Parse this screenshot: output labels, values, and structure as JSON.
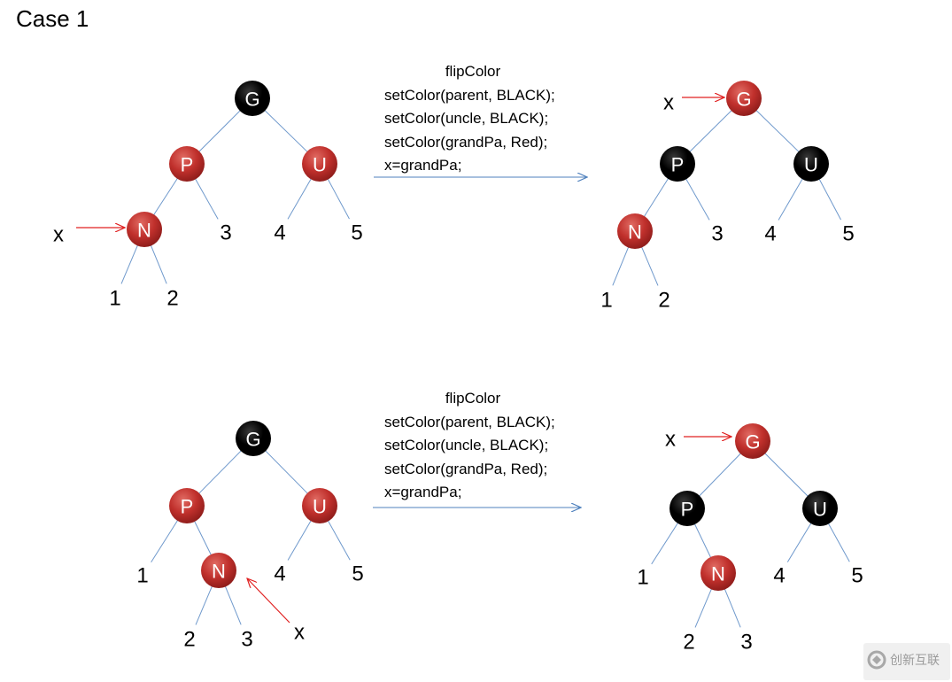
{
  "title": "Case 1",
  "colors": {
    "red_node": "#c0302c",
    "black_node": "#000000",
    "edge": "#6f99cc",
    "pointer_arrow": "#e02020",
    "transition_arrow": "#4f81bd"
  },
  "operations": [
    {
      "label": "flipColor",
      "lines": [
        "setColor(parent, BLACK);",
        "setColor(uncle, BLACK);",
        "setColor(grandPa, Red);",
        "x=grandPa;"
      ]
    },
    {
      "label": "flipColor",
      "lines": [
        "setColor(parent, BLACK);",
        "setColor(uncle, BLACK);",
        "setColor(grandPa, Red);",
        "x=grandPa;"
      ]
    }
  ],
  "trees": [
    {
      "name": "top-before",
      "nodes": [
        {
          "id": "G",
          "label": "G",
          "color": "black"
        },
        {
          "id": "P",
          "label": "P",
          "color": "red"
        },
        {
          "id": "U",
          "label": "U",
          "color": "red"
        },
        {
          "id": "N",
          "label": "N",
          "color": "red"
        }
      ],
      "leaves": [
        "3",
        "4",
        "5",
        "1",
        "2"
      ],
      "pointer": {
        "label": "x",
        "target": "N"
      }
    },
    {
      "name": "top-after",
      "nodes": [
        {
          "id": "G",
          "label": "G",
          "color": "red"
        },
        {
          "id": "P",
          "label": "P",
          "color": "black"
        },
        {
          "id": "U",
          "label": "U",
          "color": "black"
        },
        {
          "id": "N",
          "label": "N",
          "color": "red"
        }
      ],
      "leaves": [
        "3",
        "4",
        "5",
        "1",
        "2"
      ],
      "pointer": {
        "label": "x",
        "target": "G"
      }
    },
    {
      "name": "bottom-before",
      "nodes": [
        {
          "id": "G",
          "label": "G",
          "color": "black"
        },
        {
          "id": "P",
          "label": "P",
          "color": "red"
        },
        {
          "id": "U",
          "label": "U",
          "color": "red"
        },
        {
          "id": "N",
          "label": "N",
          "color": "red"
        }
      ],
      "leaves": [
        "1",
        "4",
        "5",
        "2",
        "3"
      ],
      "pointer": {
        "label": "x",
        "target": "N"
      }
    },
    {
      "name": "bottom-after",
      "nodes": [
        {
          "id": "G",
          "label": "G",
          "color": "red"
        },
        {
          "id": "P",
          "label": "P",
          "color": "black"
        },
        {
          "id": "U",
          "label": "U",
          "color": "black"
        },
        {
          "id": "N",
          "label": "N",
          "color": "red"
        }
      ],
      "leaves": [
        "1",
        "4",
        "5",
        "2",
        "3"
      ],
      "pointer": {
        "label": "x",
        "target": "G"
      }
    }
  ],
  "watermark": {
    "text": "创新互联",
    "icon": "brand-logo-icon"
  }
}
